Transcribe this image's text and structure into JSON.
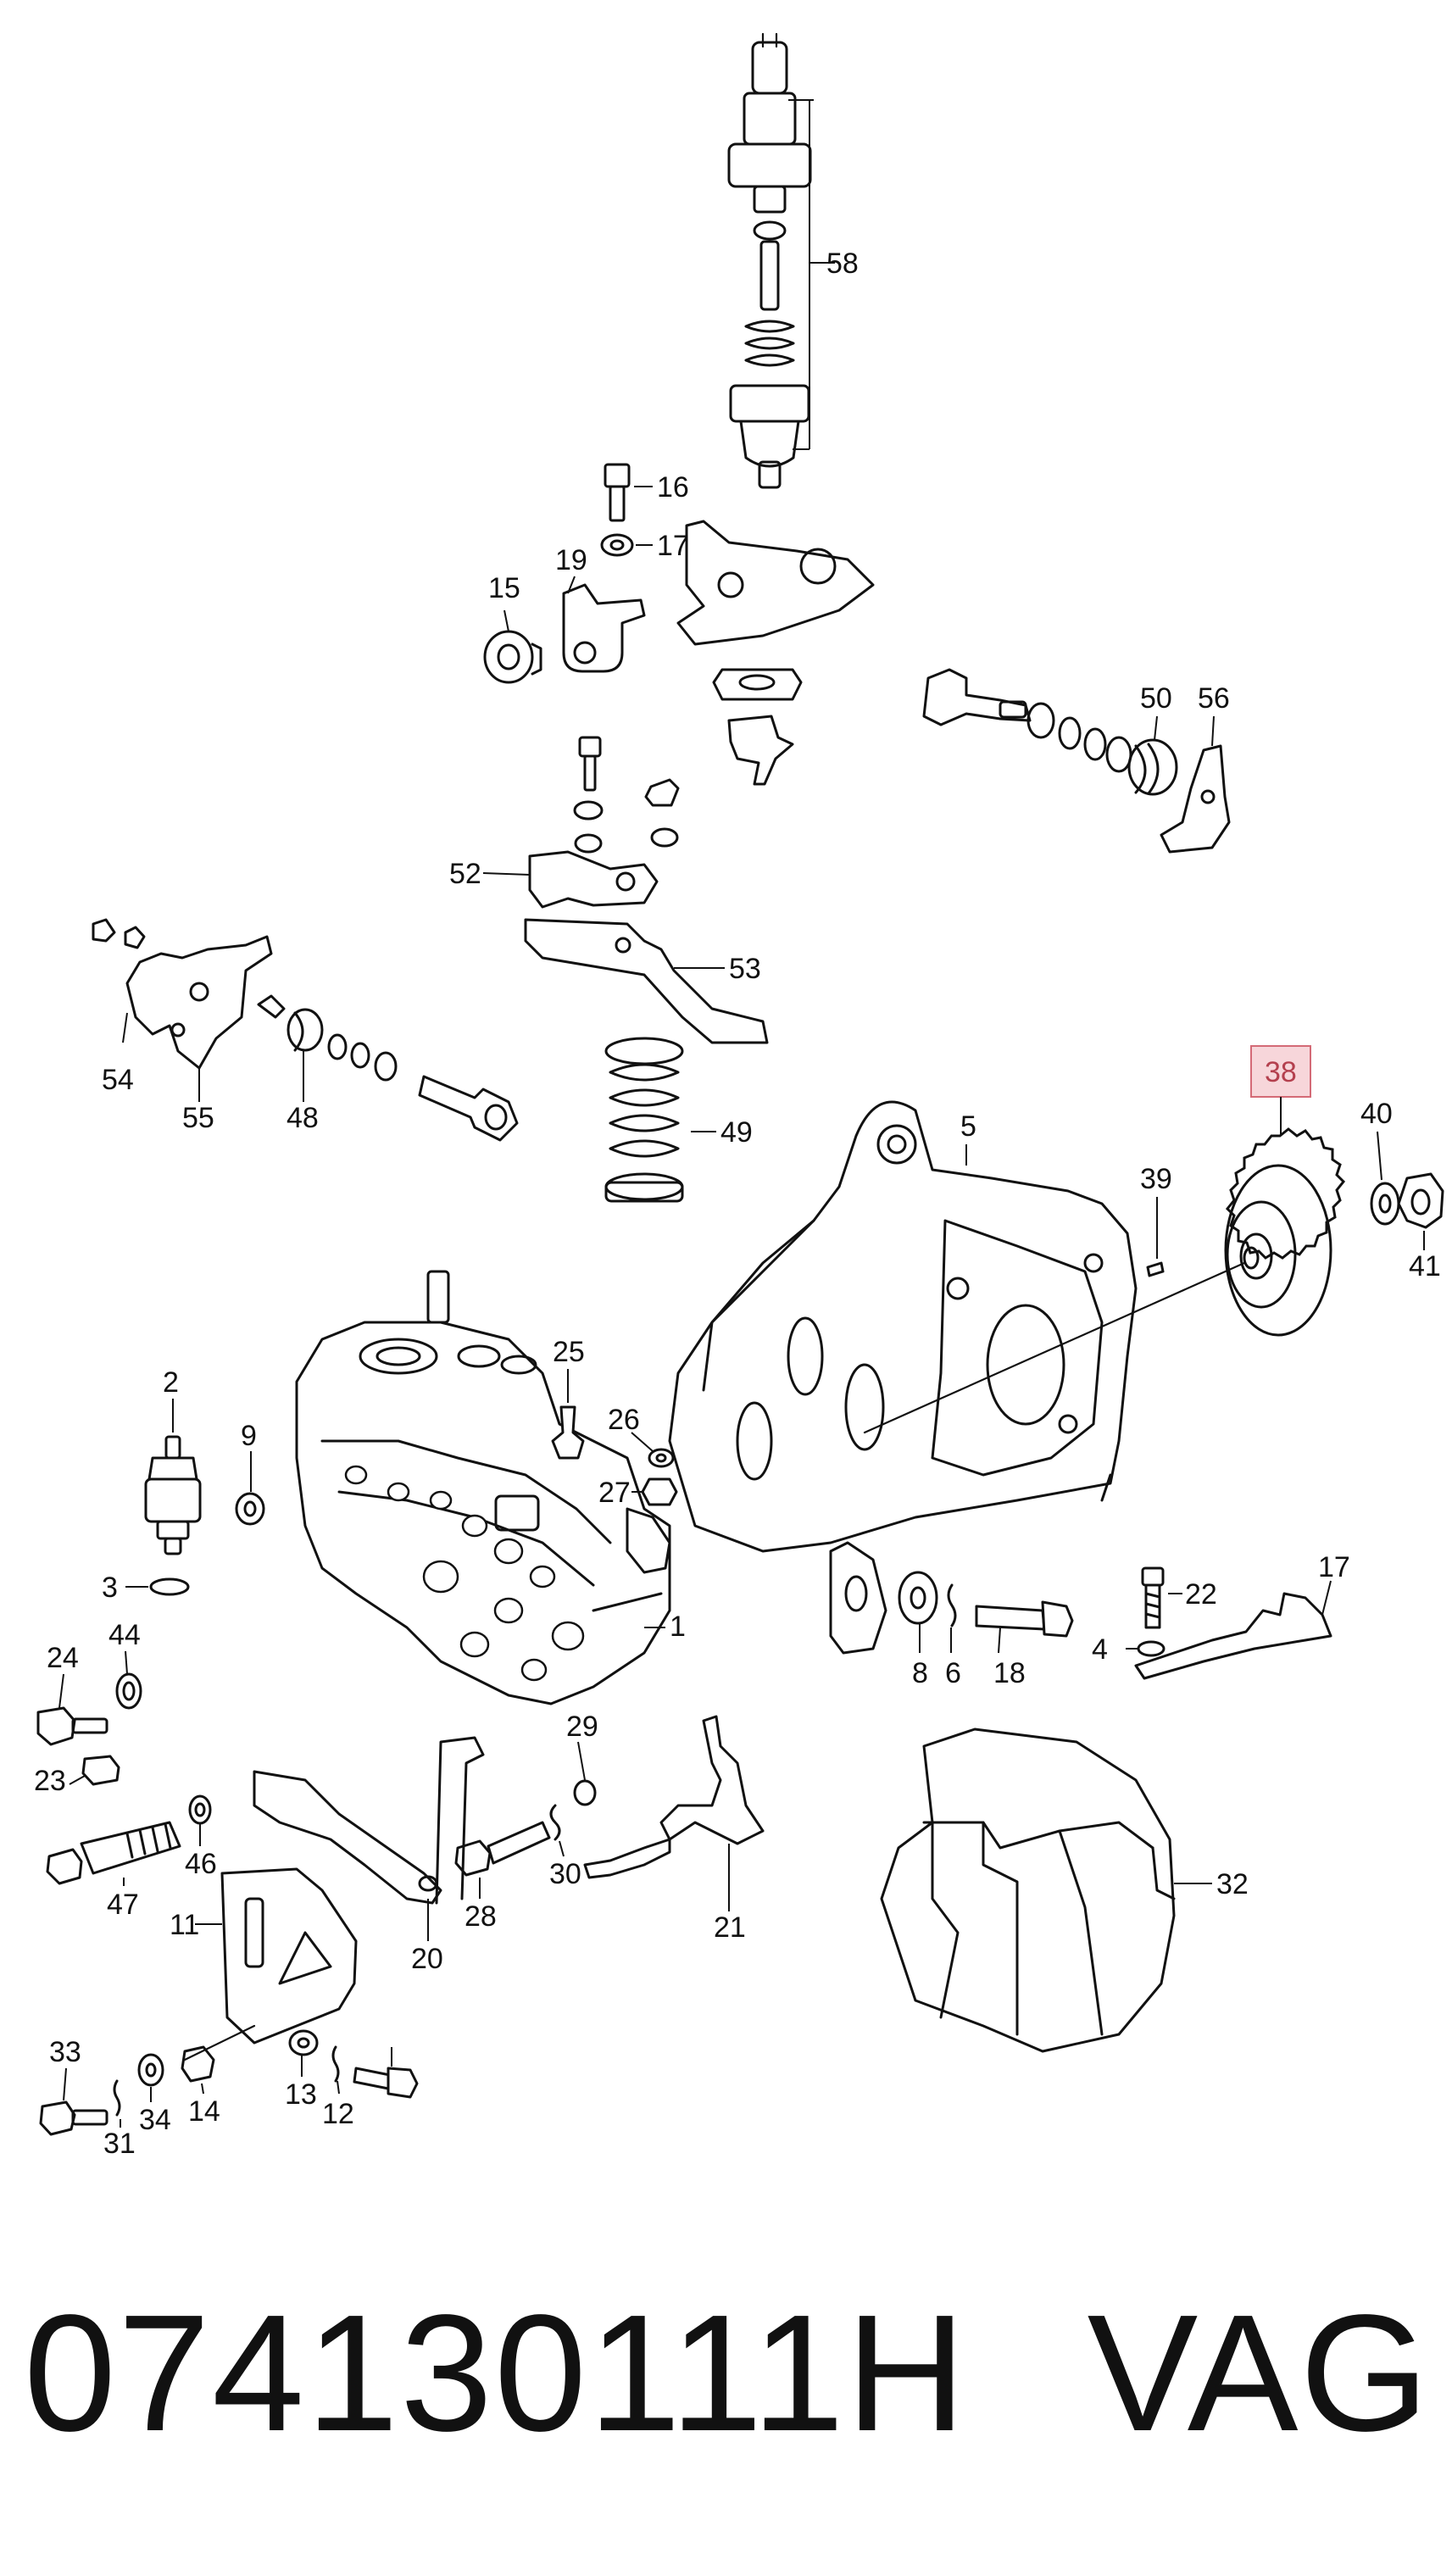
{
  "caption": {
    "part_number": "074130111H",
    "brand": "VAG"
  },
  "highlight_color": "#f7d6da",
  "callouts": [
    "58",
    "16",
    "17",
    "19",
    "15",
    "50",
    "56",
    "52",
    "53",
    "54",
    "55",
    "48",
    "49",
    "5",
    "38",
    "40",
    "39",
    "41",
    "2",
    "9",
    "25",
    "26",
    "27",
    "1",
    "3",
    "24",
    "44",
    "23",
    "46",
    "47",
    "29",
    "30",
    "28",
    "20",
    "11",
    "21",
    "8",
    "6",
    "18",
    "22",
    "17",
    "4",
    "32",
    "33",
    "31",
    "34",
    "14",
    "13",
    "12"
  ],
  "highlighted_callout": "38"
}
